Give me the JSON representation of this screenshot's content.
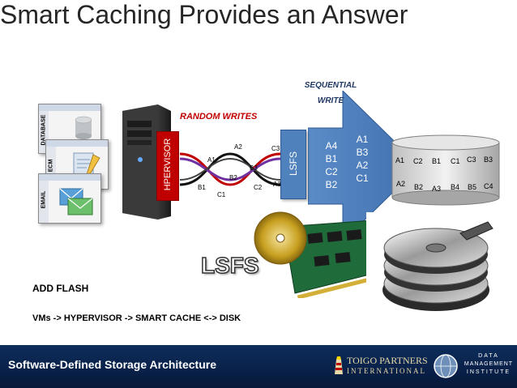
{
  "slide": {
    "title": "Smart Caching Provides an Answer",
    "random_writes_label": "RANDOM WRITES",
    "sequential_write_label_line1": "SEQUENTIAL",
    "sequential_write_label_line2": "WRITE",
    "hypervisor_label": "HPERVISOR",
    "lsfs_box_label": "LSFS",
    "lsfs_logo_text": "LSFS",
    "add_flash": "ADD FLASH",
    "flow_text": "VMs  -> HYPERVISOR -> SMART CACHE <-> DISK"
  },
  "vm_windows": [
    "DATABASE",
    "ECM",
    "EMAIL"
  ],
  "wave_labels": {
    "top": [
      "A1",
      "A2",
      "C3"
    ],
    "middle": [
      "B3"
    ],
    "lower": [
      "B2",
      "C2",
      "A3"
    ],
    "bottom": [
      "B1",
      "C1"
    ]
  },
  "arrow_columns": {
    "left": [
      "A4",
      "B1",
      "C2",
      "B2"
    ],
    "right": [
      "A1",
      "B3",
      "A2",
      "C1"
    ]
  },
  "disk_blocks": {
    "row1": [
      "A1",
      "C2",
      "B1",
      "C1",
      "C3",
      "B3"
    ],
    "row2": [
      "A2",
      "B2",
      "A3",
      "B4",
      "B5",
      "C4"
    ]
  },
  "footer": {
    "title": "Software-Defined Storage Architecture",
    "toigo_line1": "TOIGO PARTNERS",
    "toigo_line2": "INTERNATIONAL",
    "dmi_line1": "DATA",
    "dmi_line2": "MANAGEMENT",
    "dmi_line3": "INSTITUTE"
  },
  "colors": {
    "arrow_blue": "#4f81bd",
    "random_writes_red": "#c00000",
    "footer_navy": "#0d2d5c"
  }
}
